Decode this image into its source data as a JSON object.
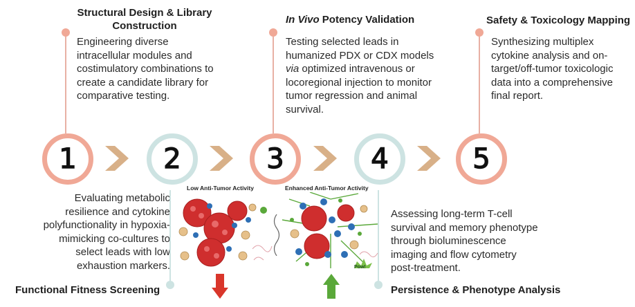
{
  "steps": [
    {
      "number": "1",
      "title": "Structural Design & Library Construction",
      "desc": "Engineering diverse intracellular modules and costimulatory combinations to create a candidate library for comparative testing."
    },
    {
      "number": "2",
      "title": "Functional Fitness Screening",
      "desc": "Evaluating metabolic resilience and cytokine polyfunctionality in hypoxia-mimicking co-cultures to select leads with low exhaustion markers."
    },
    {
      "number": "3",
      "title_italic": "In Vivo",
      "title_rest": " Potency Validation",
      "desc_a": "Testing selected leads in humanized PDX or CDX models ",
      "desc_italic": "via",
      "desc_b": " optimized intravenous or locoregional injection to monitor tumor regression and animal survival."
    },
    {
      "number": "4",
      "title": "Persistence & Phenotype Analysis",
      "desc": "Assessing long-term T-cell survival and memory phenotype through bioluminescence imaging and flow cytometry post-treatment."
    },
    {
      "number": "5",
      "title": "Safety & Toxicology Mapping",
      "desc": "Synthesizing multiplex cytokine analysis and on-target/off-tumor toxicologic data into a comprehensive final report."
    }
  ],
  "illustration": {
    "left_label": "Low Anti-Tumor Activity",
    "right_label": "Enhanced Anti-Tumor Activity",
    "pow_text": "Pow!"
  },
  "colors": {
    "salmon": "#f0a896",
    "salmon_stem": "#e8b0a4",
    "teal_light": "#cde3e2",
    "chevron": "#d8b088",
    "arrow_down": "#d9362b",
    "arrow_up": "#5aa83a",
    "tumor": "#cf2e2e"
  },
  "icons": [
    "chevron-right-icon",
    "down-arrow-icon",
    "up-arrow-icon"
  ]
}
